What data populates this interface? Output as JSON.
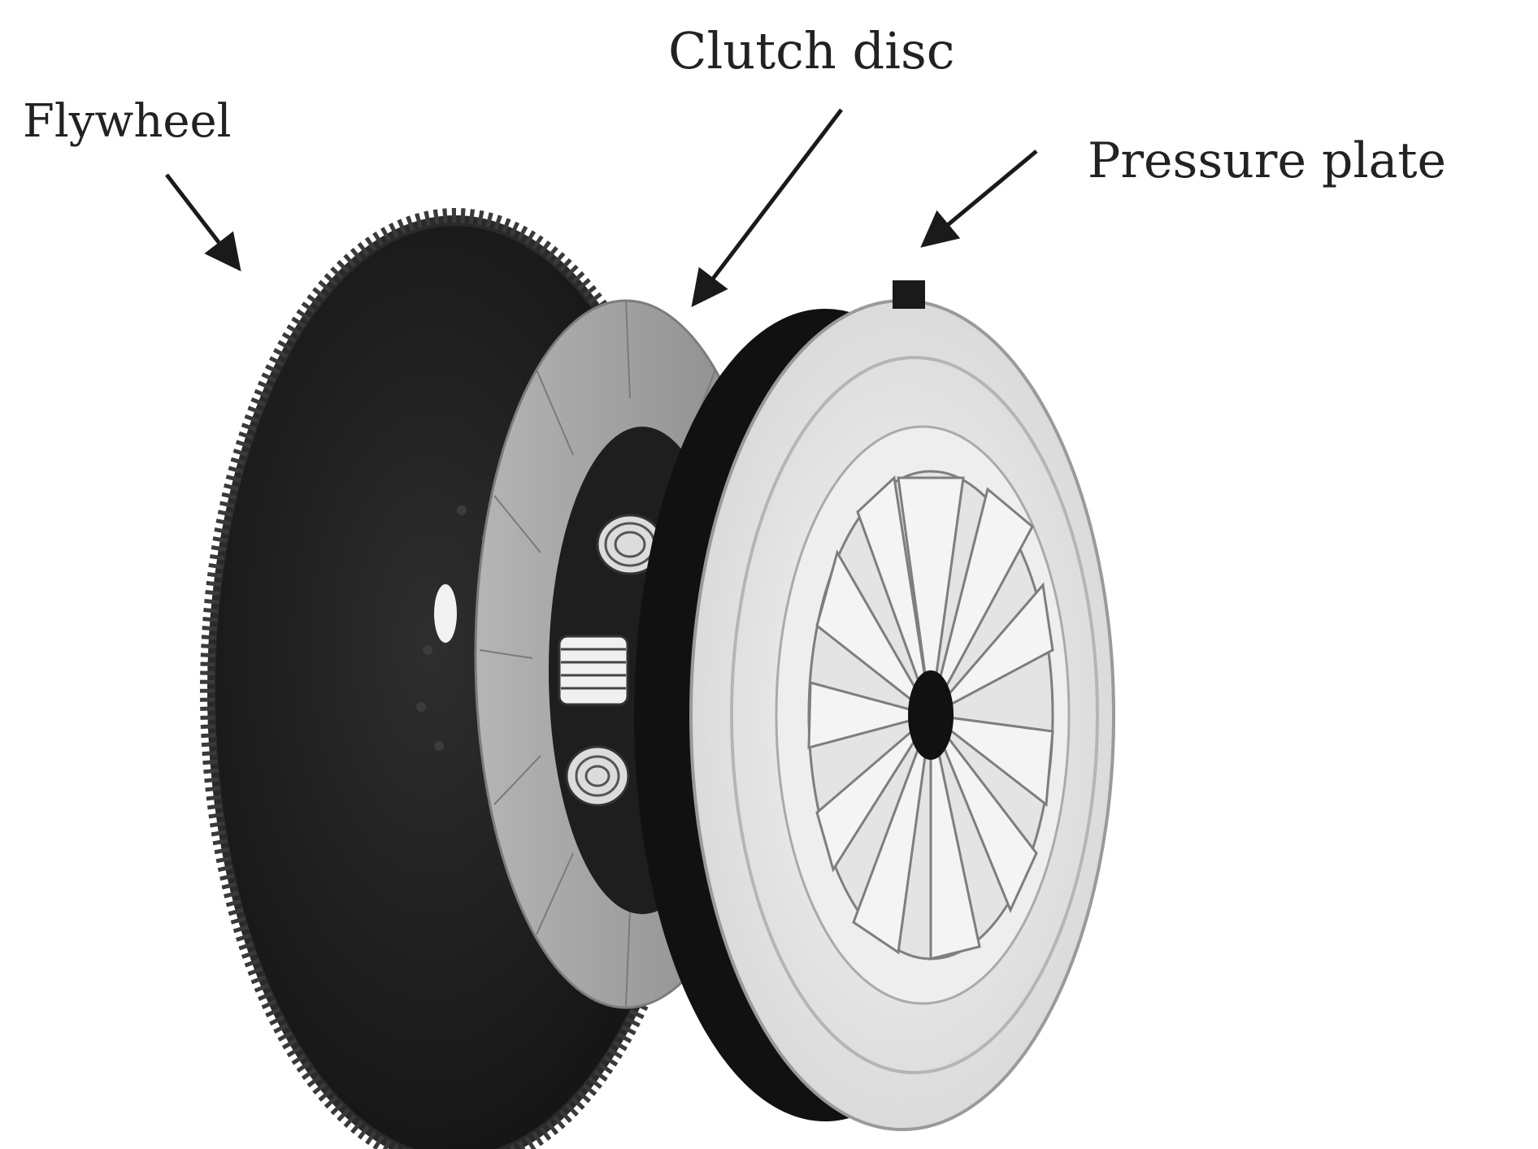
{
  "labels": {
    "flywheel": "Flywheel",
    "clutch_disc": "Clutch disc",
    "pressure_plate": "Pressure plate"
  },
  "colors": {
    "background": "#ffffff",
    "label_text": "#222222",
    "arrow": "#1a1a1a",
    "flywheel": "#1c1c1c",
    "flywheel_teeth": "#2a2a2a",
    "friction_lining": "#9a9a9a",
    "disc_hub": "#1e1e1e",
    "damper_spring": "#f0f0f0",
    "pressure_plate_back": "#111111",
    "pressure_plate_cover": "#e9e9e9",
    "diaphragm_finger": "#f4f4f4"
  },
  "icons": [
    "down-right-arrow",
    "down-left-arrow"
  ]
}
